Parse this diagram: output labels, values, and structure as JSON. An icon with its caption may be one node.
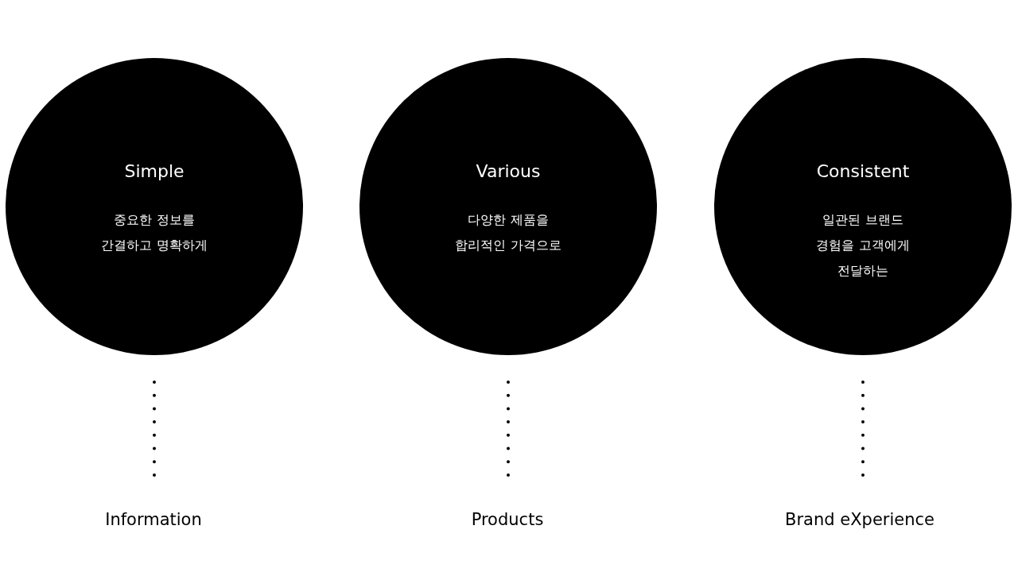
{
  "diagram": {
    "nodes": [
      {
        "text": [
          "Simple",
          "중요한 정보를 간결하고 명확하게"
        ]
      },
      {
        "text": [
          "Various",
          "다양한 제품을 합리적인 가격으로"
        ]
      },
      {
        "text": [
          "Consistent",
          "일관된 브랜드 경험을 고객에게 전달하는"
        ]
      },
      {
        "text": [
          "Information"
        ]
      },
      {
        "text": [
          "Products"
        ]
      },
      {
        "text": [
          "Brand eXperience"
        ]
      }
    ],
    "edges": [
      {
        "from": 0,
        "to": 3,
        "arrow": "none",
        "style": "dashed"
      },
      {
        "from": 1,
        "to": 4,
        "arrow": "none",
        "style": "dashed"
      },
      {
        "from": 2,
        "to": 5,
        "arrow": "none",
        "style": "dashed"
      }
    ]
  }
}
